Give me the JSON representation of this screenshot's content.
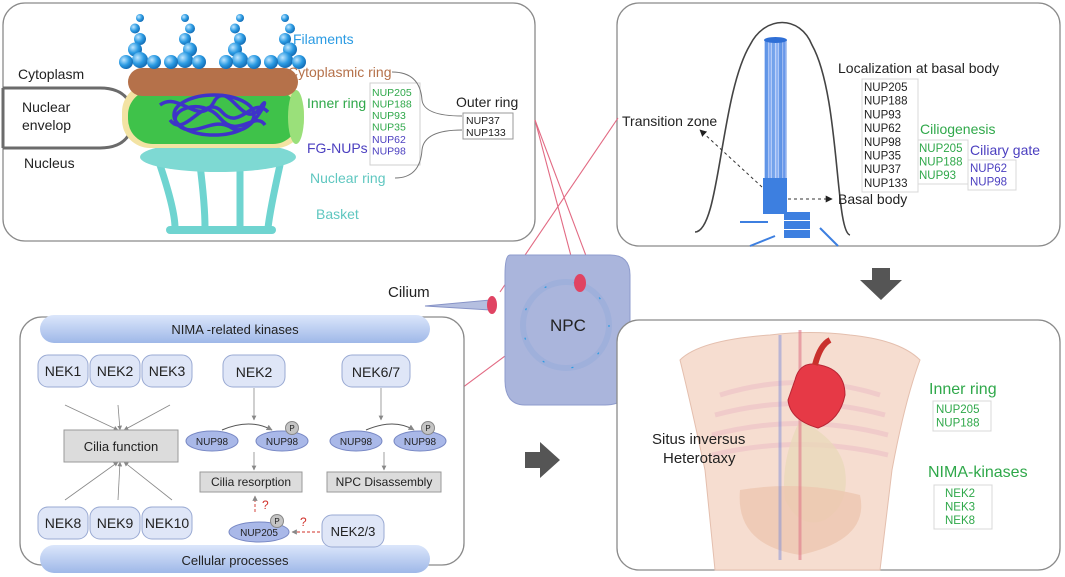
{
  "colors": {
    "filament_blue": "#2b9be3",
    "cyto_ring": "#b5714a",
    "inner_ring_green": "#2fa84a",
    "fg_nups_purple": "#4b3fc0",
    "nuclear_ring_teal": "#5fc7c0",
    "basket_teal": "#6fd4d0",
    "envelope_yellow": "#f3e3a3",
    "nek_purple": "#4a44b8",
    "question_red": "#d0302a",
    "npc_panel": "#aab5dc",
    "cilium_blue": "#5b8fe0",
    "red_line": "#e26a83"
  },
  "npc_structure": {
    "filaments": "Filaments",
    "cytoplasm": "Cytoplasm",
    "nuclear_envelop_line1": "Nuclear",
    "nuclear_envelop_line2": "envelop",
    "nucleus": "Nucleus",
    "cytoplasmic_ring": "Cytoplasmic ring",
    "inner_ring": "Inner ring",
    "inner_ring_nups": [
      "NUP205",
      "NUP188",
      "NUP93",
      "NUP35"
    ],
    "fg_nups": "FG-NUPs",
    "fg_nups_list": [
      "NUP62",
      "NUP98"
    ],
    "nuclear_ring": "Nuclear ring",
    "basket": "Basket",
    "outer_ring": "Outer ring",
    "outer_ring_nups": [
      "NUP37",
      "NUP133"
    ]
  },
  "cilium_panel": {
    "localization_title": "Localization at basal  body",
    "nups": [
      "NUP205",
      "NUP188",
      "NUP93",
      "NUP62",
      "NUP98",
      "NUP35",
      "NUP37",
      "NUP133"
    ],
    "ciliogenesis": "Ciliogenesis",
    "ciliogenesis_nups": [
      "NUP205",
      "NUP188",
      "NUP93"
    ],
    "ciliary_gate": "Ciliary gate",
    "ciliary_gate_nups": [
      "NUP62",
      "NUP98"
    ],
    "transition_zone": "Transition zone",
    "basal_body": "Basal  body"
  },
  "center": {
    "cilium": "Cilium",
    "npc": "NPC"
  },
  "nek_panel": {
    "header": "NIMA -related kinases",
    "footer": "Cellular processes",
    "nek_top": [
      "NEK1",
      "NEK2",
      "NEK3"
    ],
    "nek_bottom": [
      "NEK8",
      "NEK9",
      "NEK10"
    ],
    "cilia_function": "Cilia function",
    "nek2": "NEK2",
    "nek67": "NEK6/7",
    "nup98": "NUP98",
    "phospho": "P",
    "cilia_resorption": "Cilia resorption",
    "npc_disassembly": "NPC Disassembly",
    "nup205": "NUP205",
    "nek23": "NEK2/3",
    "question": "?"
  },
  "body_panel": {
    "situs_line1": "Situs inversus",
    "situs_line2": "Heterotaxy",
    "inner_ring": "Inner ring",
    "inner_ring_nups": [
      "NUP205",
      "NUP188"
    ],
    "nima_kinases": "NIMA-kinases",
    "nima_list": [
      "NEK2",
      "NEK3",
      "NEK8"
    ]
  }
}
